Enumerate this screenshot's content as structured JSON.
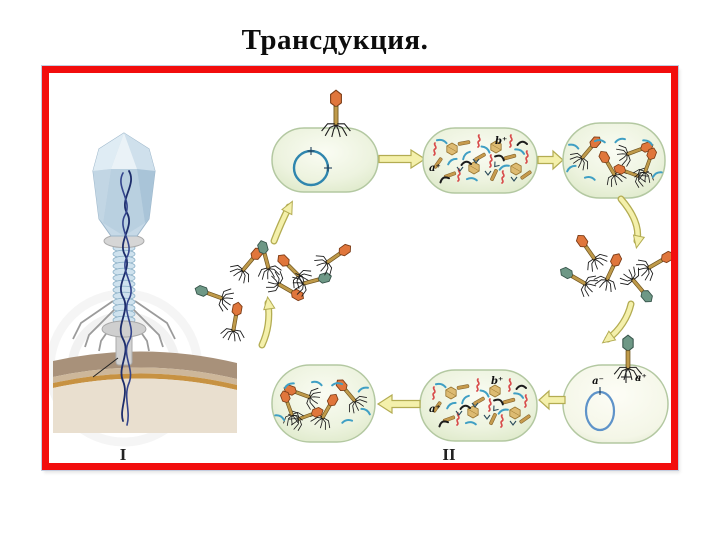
{
  "slide": {
    "title": "Трансдукция."
  },
  "figure": {
    "panel_left": {
      "label": "I"
    },
    "panel_right": {
      "label": "II"
    },
    "genes": {
      "top_cell_a": "a⁺",
      "top_cell_b": "b⁺",
      "bottom_cell_a": "a⁺",
      "bottom_cell_b": "b⁺",
      "recipient_minus": "a⁻",
      "recipient_plus": "a⁺"
    },
    "colors": {
      "frame_border": "#f20d0d",
      "cell_fill": "#edf3df",
      "cell_rim": "#b3c8a1",
      "arrow_fill": "#f4f0ab",
      "arrow_stroke": "#b3ac52",
      "phage_head_orange": "#e0763c",
      "phage_head_green": "#6e9886",
      "phage_tail_tan": "#bf9a4a",
      "chromosome_teal": "#2f86ae",
      "plasmid_light_blue": "#5e93c9",
      "dna_navy": "#1d2d6b",
      "capsid_blue": "#c6d9e7",
      "membrane_brown": "#a8917a",
      "membrane_gold": "#c79242",
      "fragment_red": "#d84b4b",
      "fragment_blue": "#3f9fc4"
    }
  }
}
